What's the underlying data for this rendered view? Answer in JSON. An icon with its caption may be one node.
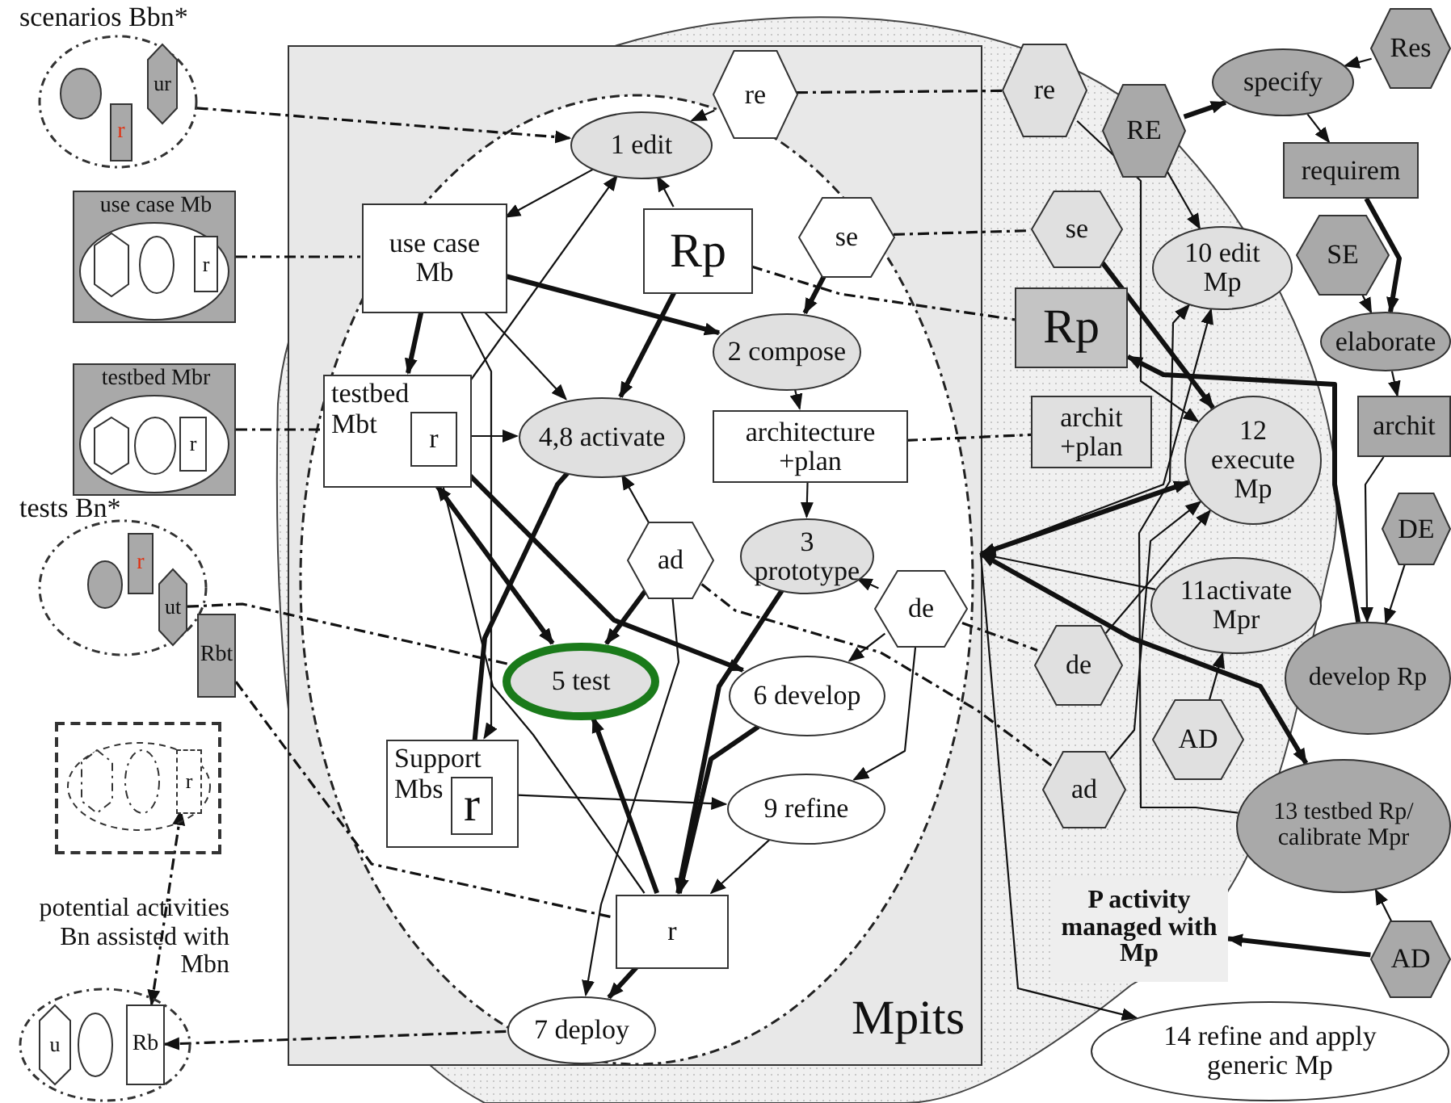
{
  "diagram": {
    "nodes": [
      {
        "text": [
          "scenarios Bbn*"
        ]
      },
      {
        "text": [],
        "shape": "circle",
        "in": 0
      },
      {
        "text": [
          "r"
        ],
        "in": 0
      },
      {
        "text": [
          "ur"
        ],
        "in": 0
      },
      {
        "text": [
          "use case Mb"
        ]
      },
      {
        "text": [],
        "shape": "hexagon",
        "in": 4
      },
      {
        "text": [],
        "shape": "circle",
        "in": 4
      },
      {
        "text": [
          "r"
        ],
        "in": 4
      },
      {
        "text": [
          "testbed Mbr"
        ]
      },
      {
        "text": [],
        "shape": "hexagon",
        "in": 8
      },
      {
        "text": [],
        "shape": "circle",
        "in": 8
      },
      {
        "text": [
          "r"
        ],
        "in": 8
      },
      {
        "text": [
          "tests Bn*"
        ]
      },
      {
        "text": [
          "r"
        ],
        "in": 12
      },
      {
        "text": [],
        "shape": "circle",
        "in": 12
      },
      {
        "text": [
          "ut"
        ],
        "in": 12
      },
      {
        "text": [
          "Rbt"
        ]
      },
      {
        "text": [],
        "shape": "box"
      },
      {
        "text": [],
        "shape": "hexagon",
        "in": 17
      },
      {
        "text": [],
        "shape": "circle",
        "in": 17
      },
      {
        "text": [
          "r"
        ],
        "in": 17
      },
      {
        "text": [
          "potential activities Bn assisted with Mbn"
        ]
      },
      {
        "text": [
          "u"
        ],
        "in": 21
      },
      {
        "text": [],
        "shape": "circle",
        "in": 21
      },
      {
        "text": [
          "Rb"
        ],
        "in": 21
      },
      {
        "text": [
          "Mpits"
        ]
      },
      {
        "text": [
          "re"
        ],
        "in": 25
      },
      {
        "text": [
          "1 edit"
        ],
        "in": 25
      },
      {
        "text": [
          "use case Mb"
        ],
        "in": 25
      },
      {
        "text": [
          "Rp"
        ],
        "in": 25
      },
      {
        "text": [
          "se"
        ],
        "in": 25
      },
      {
        "text": [
          "2 compose"
        ],
        "in": 25
      },
      {
        "text": [
          "testbed Mbt"
        ],
        "in": 25
      },
      {
        "text": [
          "r"
        ],
        "in": 32
      },
      {
        "text": [
          "4,8 activate"
        ],
        "in": 25
      },
      {
        "text": [
          "architecture +plan"
        ],
        "in": 25
      },
      {
        "text": [
          "ad"
        ],
        "in": 25
      },
      {
        "text": [
          "3 prototype"
        ],
        "in": 25
      },
      {
        "text": [
          "de"
        ],
        "in": 25
      },
      {
        "text": [
          "5 test"
        ],
        "in": 25
      },
      {
        "text": [
          "6 develop"
        ],
        "in": 25
      },
      {
        "text": [
          "Support Mbs"
        ],
        "in": 25
      },
      {
        "text": [
          "r"
        ],
        "in": 41
      },
      {
        "text": [
          "9 refine"
        ],
        "in": 25
      },
      {
        "text": [
          "r"
        ],
        "in": 25
      },
      {
        "text": [
          "7 deploy"
        ],
        "in": 25
      },
      {
        "text": [
          "re"
        ]
      },
      {
        "text": [
          "RE"
        ]
      },
      {
        "text": [
          "Res"
        ]
      },
      {
        "text": [
          "specify"
        ]
      },
      {
        "text": [
          "requirem"
        ]
      },
      {
        "text": [
          "se"
        ]
      },
      {
        "text": [
          "10 edit Mp"
        ]
      },
      {
        "text": [
          "SE"
        ]
      },
      {
        "text": [
          "Rp"
        ]
      },
      {
        "text": [
          "elaborate"
        ]
      },
      {
        "text": [
          "archit +plan"
        ]
      },
      {
        "text": [
          "12 execute Mp"
        ]
      },
      {
        "text": [
          "archit"
        ]
      },
      {
        "text": [
          "DE"
        ]
      },
      {
        "text": [
          "11activate Mpr"
        ]
      },
      {
        "text": [
          "de"
        ]
      },
      {
        "text": [
          "develop Rp"
        ]
      },
      {
        "text": [
          "AD"
        ]
      },
      {
        "text": [
          "ad"
        ]
      },
      {
        "text": [
          "13 testbed Rp/ calibrate Mpr"
        ]
      },
      {
        "text": [
          "P activity managed with Mp"
        ]
      },
      {
        "text": [
          "AD"
        ]
      },
      {
        "text": [
          "14 refine and apply generic Mp"
        ]
      }
    ],
    "edges": [
      {
        "from": 0,
        "to": 27,
        "arrow": "to",
        "style": "dashed"
      },
      {
        "from": 4,
        "to": 28,
        "arrow": "none",
        "style": "dashed"
      },
      {
        "from": 8,
        "to": 32,
        "arrow": "none",
        "style": "dashed"
      },
      {
        "from": 15,
        "to": 39,
        "arrow": "none",
        "style": "dashed"
      },
      {
        "from": 16,
        "to": 44,
        "arrow": "none",
        "style": "dashed"
      },
      {
        "from": 20,
        "to": 24,
        "arrow": "both",
        "style": "dashed"
      },
      {
        "from": 45,
        "to": 24,
        "arrow": "to",
        "style": "dashed"
      },
      {
        "from": 26,
        "to": 46,
        "arrow": "none",
        "style": "dashed"
      },
      {
        "from": 30,
        "to": 51,
        "arrow": "none",
        "style": "dashed"
      },
      {
        "from": 29,
        "to": 54,
        "arrow": "none",
        "style": "dashed"
      },
      {
        "from": 35,
        "to": 56,
        "arrow": "none",
        "style": "dashed"
      },
      {
        "from": 38,
        "to": 61,
        "arrow": "none",
        "style": "dashed"
      },
      {
        "from": 36,
        "to": 64,
        "arrow": "none",
        "style": "dashed"
      },
      {
        "from": 26,
        "to": 27,
        "arrow": "to"
      },
      {
        "from": 29,
        "to": 27,
        "arrow": "to"
      },
      {
        "from": 27,
        "to": 28,
        "arrow": "to"
      },
      {
        "from": 33,
        "to": 27,
        "arrow": "both"
      },
      {
        "from": 28,
        "to": 31,
        "arrow": "to",
        "style": "thick"
      },
      {
        "from": 28,
        "to": 34,
        "arrow": "to"
      },
      {
        "from": 28,
        "to": 32,
        "arrow": "to",
        "style": "thick"
      },
      {
        "from": 28,
        "to": 41,
        "arrow": "to"
      },
      {
        "from": 29,
        "to": 34,
        "arrow": "to",
        "style": "thick"
      },
      {
        "from": 30,
        "to": 31,
        "arrow": "to",
        "style": "thick"
      },
      {
        "from": 31,
        "to": 35,
        "arrow": "to"
      },
      {
        "from": 35,
        "to": 37,
        "arrow": "to"
      },
      {
        "from": 33,
        "to": 34,
        "arrow": "both"
      },
      {
        "from": 32,
        "to": 39,
        "arrow": "both",
        "style": "thick"
      },
      {
        "from": 33,
        "to": 40,
        "arrow": "to",
        "style": "thick"
      },
      {
        "from": 34,
        "to": 42,
        "arrow": "to",
        "style": "thick"
      },
      {
        "from": 33,
        "to": 44,
        "arrow": "none"
      },
      {
        "from": 36,
        "to": 34,
        "arrow": "to"
      },
      {
        "from": 36,
        "to": 39,
        "arrow": "to",
        "style": "thick"
      },
      {
        "from": 36,
        "to": 45,
        "arrow": "to"
      },
      {
        "from": 37,
        "to": 44,
        "arrow": "to",
        "style": "thick"
      },
      {
        "from": 40,
        "to": 44,
        "arrow": "to",
        "style": "thick"
      },
      {
        "from": 43,
        "to": 44,
        "arrow": "to"
      },
      {
        "from": 38,
        "to": 37,
        "arrow": "to"
      },
      {
        "from": 38,
        "to": 40,
        "arrow": "to"
      },
      {
        "from": 38,
        "to": 43,
        "arrow": "to"
      },
      {
        "from": 44,
        "to": 39,
        "arrow": "to",
        "style": "thick"
      },
      {
        "from": 44,
        "to": 45,
        "arrow": "to",
        "style": "thick"
      },
      {
        "from": 41,
        "to": 43,
        "arrow": "to"
      },
      {
        "from": 47,
        "to": 49,
        "arrow": "to",
        "style": "thick"
      },
      {
        "from": 47,
        "to": 52,
        "arrow": "to"
      },
      {
        "from": 48,
        "to": 49,
        "arrow": "to"
      },
      {
        "from": 49,
        "to": 50,
        "arrow": "to"
      },
      {
        "from": 50,
        "to": 55,
        "arrow": "to",
        "style": "thick"
      },
      {
        "from": 53,
        "to": 55,
        "arrow": "to"
      },
      {
        "from": 55,
        "to": 58,
        "arrow": "to"
      },
      {
        "from": 58,
        "to": 62,
        "arrow": "to"
      },
      {
        "from": 59,
        "to": 62,
        "arrow": "to"
      },
      {
        "from": 62,
        "to": 54,
        "arrow": "to",
        "style": "thick"
      },
      {
        "from": 46,
        "to": 57,
        "arrow": "to"
      },
      {
        "from": 51,
        "to": 57,
        "arrow": "to",
        "style": "thick"
      },
      {
        "from": 65,
        "to": 52,
        "arrow": "to"
      },
      {
        "from": 64,
        "to": 57,
        "arrow": "to"
      },
      {
        "from": 61,
        "to": 57,
        "arrow": "to"
      },
      {
        "from": 63,
        "to": 60,
        "arrow": "to"
      },
      {
        "from": 67,
        "to": 65,
        "arrow": "to"
      },
      {
        "from": 67,
        "to": 66,
        "arrow": "to",
        "style": "thick"
      },
      {
        "from": 25,
        "to": 52,
        "arrow": "to"
      },
      {
        "from": 25,
        "to": 57,
        "arrow": "both",
        "style": "thick"
      },
      {
        "from": 60,
        "to": 25,
        "arrow": "to"
      },
      {
        "from": 25,
        "to": 65,
        "arrow": "both",
        "style": "thick"
      },
      {
        "from": 25,
        "to": 68,
        "arrow": "to"
      }
    ]
  }
}
